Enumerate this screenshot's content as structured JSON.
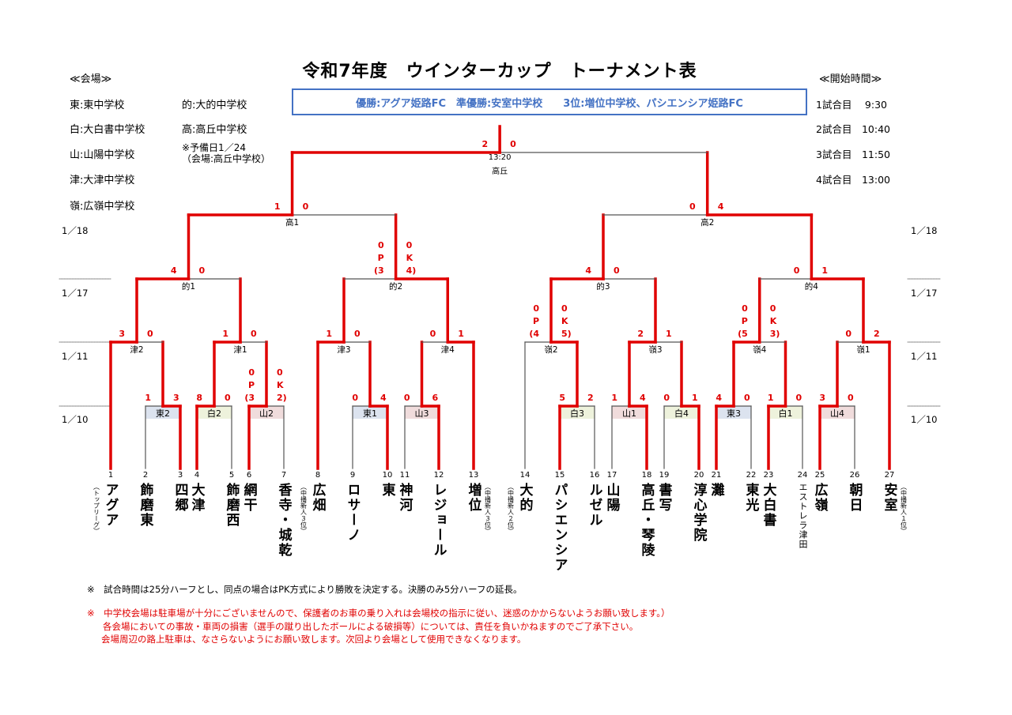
{
  "title": "令和7年度　ウインターカップ　トーナメント表",
  "results": "優勝:アグア姫路FC　準優勝:安室中学校　　3位:増位中学校、パシエンシア姫路FC",
  "venues": {
    "heading": "≪会場≫",
    "col1": [
      "東:東中学校",
      "白:大白書中学校",
      "山:山陽中学校",
      "津:大津中学校",
      "嶺:広嶺中学校"
    ],
    "col2": [
      "的:大的中学校",
      "高:高丘中学校"
    ],
    "reserve": [
      "※予備日1／24",
      "（会場:高丘中学校）"
    ]
  },
  "start_times": {
    "heading": "≪開始時間≫",
    "items": [
      "1試合目　 9:30",
      "2試合目　10:40",
      "3試合目　11:50",
      "4試合目　13:00"
    ]
  },
  "dates": [
    "1／18",
    "1／17",
    "1／11",
    "1／10"
  ],
  "teams": [
    {
      "no": "1",
      "name": "アグア",
      "note": "（トップリーグ）",
      "note_side": "L"
    },
    {
      "no": "2",
      "name": "飾磨東"
    },
    {
      "no": "3",
      "name": "四郷"
    },
    {
      "no": "4",
      "name": "大津"
    },
    {
      "no": "5",
      "name": "飾磨西"
    },
    {
      "no": "6",
      "name": "網干"
    },
    {
      "no": "7",
      "name": "香寺・城乾"
    },
    {
      "no": "8",
      "name": "広畑",
      "note": "（中播新人３位）",
      "note_side": "L"
    },
    {
      "no": "9",
      "name": "ロサーノ"
    },
    {
      "no": "10",
      "name": "東"
    },
    {
      "no": "11",
      "name": "神河"
    },
    {
      "no": "12",
      "name": "レジョール"
    },
    {
      "no": "13",
      "name": "増位",
      "note": "（中播新人３位）",
      "note_side": "R"
    },
    {
      "no": "14",
      "name": "大的",
      "note": "（中播新人２位）",
      "note_side": "L"
    },
    {
      "no": "15",
      "name": "パシエンシア"
    },
    {
      "no": "16",
      "name": "ルゼル"
    },
    {
      "no": "17",
      "name": "山陽"
    },
    {
      "no": "18",
      "name": "高丘・琴陵"
    },
    {
      "no": "19",
      "name": "書写"
    },
    {
      "no": "20",
      "name": "淳心学院"
    },
    {
      "no": "21",
      "name": "灘"
    },
    {
      "no": "22",
      "name": "東光"
    },
    {
      "no": "23",
      "name": "大白書"
    },
    {
      "no": "24",
      "name": "エストレラ津田",
      "small": true
    },
    {
      "no": "25",
      "name": "広嶺"
    },
    {
      "no": "26",
      "name": "朝日"
    },
    {
      "no": "27",
      "name": "安室",
      "note": "（中播新人１位）",
      "note_side": "R"
    }
  ],
  "matches": [
    {
      "id": "東2",
      "label": "東2",
      "round": 1,
      "venue": "east",
      "left": "t2",
      "right": "t3",
      "winner": "R",
      "scoreL": [
        "1"
      ],
      "scoreR": [
        "3"
      ]
    },
    {
      "id": "津2",
      "label": "津2",
      "round": 2,
      "left": "t1",
      "right": "東2",
      "winner": "L",
      "scoreL": [
        "3"
      ],
      "scoreR": [
        "0"
      ]
    },
    {
      "id": "白2",
      "label": "白2",
      "round": 1,
      "venue": "white",
      "left": "t4",
      "right": "t5",
      "winner": "L",
      "scoreL": [
        "8"
      ],
      "scoreR": [
        "0"
      ]
    },
    {
      "id": "山2",
      "label": "山2",
      "round": 1,
      "venue": "mountain",
      "left": "t6",
      "right": "t7",
      "winner": "L",
      "scoreL": [
        "0",
        "P",
        "(3"
      ],
      "scoreR": [
        "0",
        "K",
        "2)"
      ]
    },
    {
      "id": "津1",
      "label": "津1",
      "round": 2,
      "left": "白2",
      "right": "山2",
      "winner": "L",
      "scoreL": [
        "1"
      ],
      "scoreR": [
        "0"
      ]
    },
    {
      "id": "的1",
      "label": "的1",
      "round": 3,
      "left": "津2",
      "right": "津1",
      "winner": "L",
      "scoreL": [
        "4"
      ],
      "scoreR": [
        "0"
      ]
    },
    {
      "id": "東1",
      "label": "東1",
      "round": 1,
      "venue": "east",
      "left": "t9",
      "right": "t10",
      "winner": "R",
      "scoreL": [
        "0"
      ],
      "scoreR": [
        "4"
      ]
    },
    {
      "id": "津3",
      "label": "津3",
      "round": 2,
      "left": "t8",
      "right": "東1",
      "winner": "L",
      "scoreL": [
        "1"
      ],
      "scoreR": [
        "0"
      ]
    },
    {
      "id": "山3",
      "label": "山3",
      "round": 1,
      "venue": "mountain",
      "left": "t11",
      "right": "t12",
      "winner": "R",
      "scoreL": [
        "0"
      ],
      "scoreR": [
        "6"
      ]
    },
    {
      "id": "津4",
      "label": "津4",
      "round": 2,
      "left": "山3",
      "right": "t13",
      "winner": "R",
      "scoreL": [
        "0"
      ],
      "scoreR": [
        "1"
      ]
    },
    {
      "id": "的2",
      "label": "的2",
      "round": 3,
      "left": "津3",
      "right": "津4",
      "winner": "R",
      "scoreL": [
        "0",
        "P",
        "(3"
      ],
      "scoreR": [
        "0",
        "K",
        "4)"
      ]
    },
    {
      "id": "高1",
      "label": "高1",
      "round": 4,
      "left": "的1",
      "right": "的2",
      "winner": "L",
      "scoreL": [
        "1"
      ],
      "scoreR": [
        "0"
      ]
    },
    {
      "id": "白3",
      "label": "白3",
      "round": 1,
      "venue": "white",
      "left": "t15",
      "right": "t16",
      "winner": "L",
      "scoreL": [
        "5"
      ],
      "scoreR": [
        "2"
      ]
    },
    {
      "id": "嶺2",
      "label": "嶺2",
      "round": 2,
      "left": "t14",
      "right": "白3",
      "winner": "R",
      "scoreL": [
        "0",
        "P",
        "(4"
      ],
      "scoreR": [
        "0",
        "K",
        "5)"
      ]
    },
    {
      "id": "山1",
      "label": "山1",
      "round": 1,
      "venue": "mountain",
      "left": "t17",
      "right": "t18",
      "winner": "R",
      "scoreL": [
        "1"
      ],
      "scoreR": [
        "4"
      ]
    },
    {
      "id": "白4",
      "label": "白4",
      "round": 1,
      "venue": "white",
      "left": "t19",
      "right": "t20",
      "winner": "R",
      "scoreL": [
        "0"
      ],
      "scoreR": [
        "1"
      ]
    },
    {
      "id": "嶺3",
      "label": "嶺3",
      "round": 2,
      "left": "山1",
      "right": "白4",
      "winner": "L",
      "scoreL": [
        "2"
      ],
      "scoreR": [
        "1"
      ]
    },
    {
      "id": "的3",
      "label": "的3",
      "round": 3,
      "left": "嶺2",
      "right": "嶺3",
      "winner": "L",
      "scoreL": [
        "4"
      ],
      "scoreR": [
        "0"
      ]
    },
    {
      "id": "東3",
      "label": "東3",
      "round": 1,
      "venue": "east",
      "left": "t21",
      "right": "t22",
      "winner": "L",
      "scoreL": [
        "4"
      ],
      "scoreR": [
        "0"
      ]
    },
    {
      "id": "白1",
      "label": "白1",
      "round": 1,
      "venue": "white",
      "left": "t23",
      "right": "t24",
      "winner": "L",
      "scoreL": [
        "1"
      ],
      "scoreR": [
        "0"
      ]
    },
    {
      "id": "嶺4",
      "label": "嶺4",
      "round": 2,
      "left": "東3",
      "right": "白1",
      "winner": "L",
      "scoreL": [
        "0",
        "P",
        "(5"
      ],
      "scoreR": [
        "0",
        "K",
        "3)"
      ]
    },
    {
      "id": "山4",
      "label": "山4",
      "round": 1,
      "venue": "mountain",
      "left": "t25",
      "right": "t26",
      "winner": "L",
      "scoreL": [
        "3"
      ],
      "scoreR": [
        "0"
      ]
    },
    {
      "id": "嶺1",
      "label": "嶺1",
      "round": 2,
      "left": "山4",
      "right": "t27",
      "winner": "R",
      "scoreL": [
        "0"
      ],
      "scoreR": [
        "2"
      ]
    },
    {
      "id": "的4",
      "label": "的4",
      "round": 3,
      "left": "嶺4",
      "right": "嶺1",
      "winner": "R",
      "scoreL": [
        "0"
      ],
      "scoreR": [
        "1"
      ]
    },
    {
      "id": "高2",
      "label": "高2",
      "round": 4,
      "left": "的3",
      "right": "的4",
      "winner": "R",
      "scoreL": [
        "0"
      ],
      "scoreR": [
        "4"
      ]
    },
    {
      "id": "final",
      "label": "高丘",
      "time": "13:20",
      "round": 5,
      "left": "高1",
      "right": "高2",
      "winner": "L",
      "scoreL": [
        "2"
      ],
      "scoreR": [
        "0"
      ]
    }
  ],
  "colors": {
    "win": "#e00000",
    "line": "#555555",
    "east": "#dce3ef",
    "white": "#eef2dc",
    "mountain": "#f0dcdc",
    "accent": "#4472c4"
  },
  "notes": {
    "rule": "※　試合時間は25分ハーフとし、同点の場合はPK方式により勝敗を決定する。決勝のみ5分ハーフの延長。",
    "parking": [
      "※　中学校会場は駐車場が十分にございませんので、保護者のお車の乗り入れは会場校の指示に従い、迷惑のかからないようお願い致します。）",
      "各会場においての事故・車両の損害（選手の蹴り出したボールによる破損等）については、責任を負いかねますのでご了承下さい。",
      "会場周辺の路上駐車は、なさらないようにお願い致します。次回より会場として使用できなくなります。"
    ]
  }
}
